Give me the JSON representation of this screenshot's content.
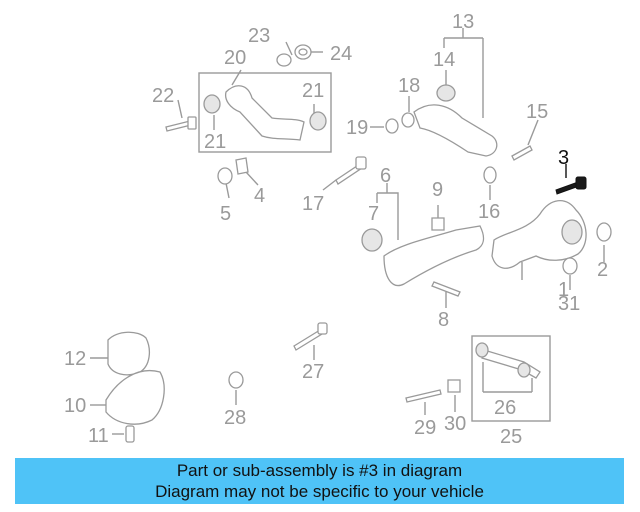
{
  "diagram": {
    "highlighted_part": "3",
    "callouts": [
      "1",
      "2",
      "3",
      "4",
      "5",
      "6",
      "7",
      "8",
      "9",
      "10",
      "11",
      "12",
      "13",
      "14",
      "15",
      "16",
      "17",
      "18",
      "19",
      "20",
      "21",
      "21",
      "22",
      "23",
      "24",
      "25",
      "26",
      "27",
      "28",
      "29",
      "30",
      "31"
    ],
    "colors": {
      "highlight": "#4fc3f7",
      "line_art": "#9a9a9a",
      "highlight_text": "#111111"
    }
  },
  "caption": {
    "line1": "Part or sub-assembly is #3 in diagram",
    "line2": "Diagram may not be specific to your vehicle"
  }
}
